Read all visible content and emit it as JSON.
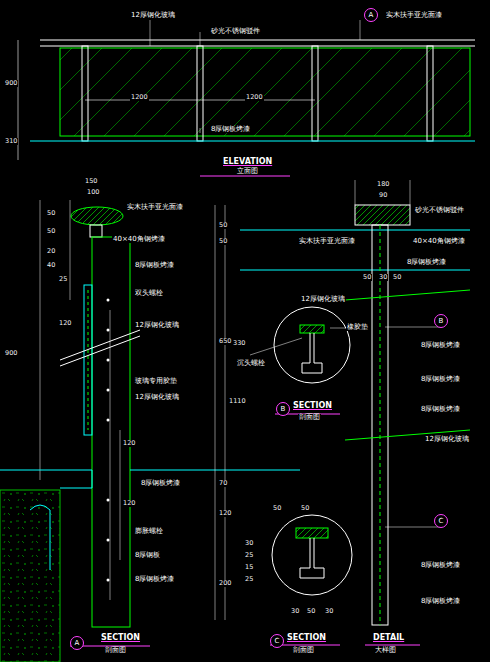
{
  "diagram": {
    "nodes": [
      {
        "text": [
          "A"
        ]
      },
      {
        "text": [
          "A"
        ]
      },
      {
        "text": [
          "B"
        ]
      },
      {
        "text": [
          "C"
        ]
      },
      {
        "text": [
          "B"
        ]
      },
      {
        "text": [
          "C"
        ]
      }
    ],
    "labels": [
      "12厚钢化玻璃",
      "实木扶手亚光面漆",
      "砂光不锈钢驳件",
      "900",
      "310",
      "1200",
      "1200",
      "8厚钢板烤漆",
      "ELEVATION",
      "立面图",
      "150",
      "100",
      "实木扶手亚光面漆",
      "50",
      "40×40角钢烤漆",
      "50",
      "8厚钢板烤漆",
      "20",
      "40",
      "双头螺栓",
      "25",
      "120",
      "12厚钢化玻璃",
      "900",
      "玻璃专用胶垫",
      "12厚钢化玻璃",
      "120",
      "8厚钢板烤漆",
      "120",
      "膨胀螺栓",
      "8厚钢板",
      "8厚钢板烤漆",
      "SECTION",
      "剖面图",
      "50",
      "50",
      "650",
      "1110",
      "70",
      "120",
      "200",
      "330",
      "橡胶垫",
      "沉头螺栓",
      "SECTION",
      "剖面图",
      "50",
      "50",
      "30",
      "25",
      "15",
      "25",
      "30",
      "50",
      "30",
      "SECTION",
      "剖面图",
      "180",
      "90",
      "砂光不锈钢驳件",
      "实木扶手亚光面漆",
      "40×40角钢烤漆",
      "8厚钢板烤漆",
      "12厚钢化玻璃",
      "8厚钢板烤漆",
      "8厚钢板烤漆",
      "8厚钢板烤漆",
      "12厚钢化玻璃",
      "8厚钢板烤漆",
      "8厚钢板烤漆",
      "50",
      "30",
      "50",
      "DETAIL",
      "大样图"
    ]
  }
}
